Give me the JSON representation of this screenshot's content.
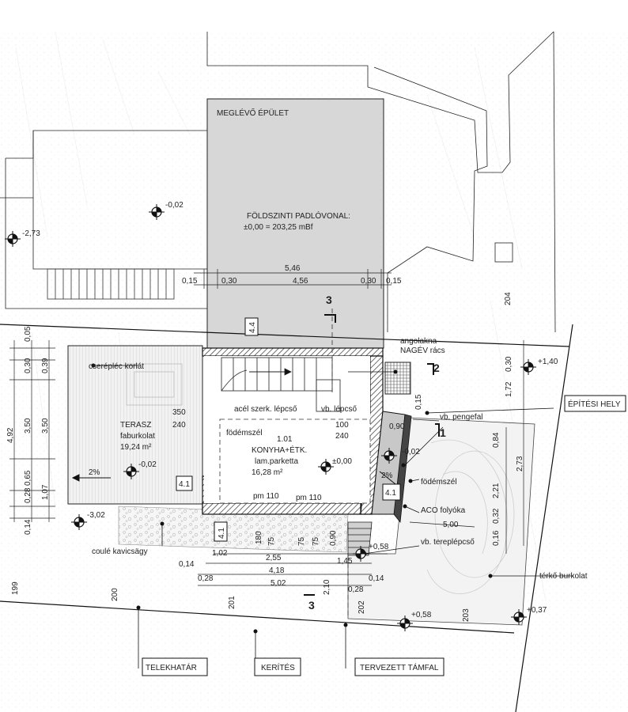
{
  "labels": {
    "existing_building": "MEGLÉVŐ ÉPÜLET",
    "ground_floor_line": "FÖLDSZINTI PADLÓVONAL:",
    "ground_floor_level": "±0,00 = 203,25 mBf",
    "terrace": "TERASZ",
    "terrace_finish": "faburkolat",
    "terrace_area": "19,24 m²",
    "kitchen_code": "1.01",
    "kitchen_name": "KONYHA+ÉTK.",
    "kitchen_finish": "lam.parketta",
    "kitchen_area": "16,28 m²",
    "ceramic_railing": "cserépléc korlát",
    "steel_stair": "acél szerk. lépcső",
    "rc_stair": "vb. lépcső",
    "slab_edge_left": "födémszél",
    "slab_edge_right": "födémszél",
    "light_well": "angolakna",
    "grate": "NAGÉV rács",
    "rc_parapet": "vb. pengefal",
    "aco_gutter": "ACO folyóka",
    "rc_terrain_stair": "vb. tereplépcső",
    "paving": "térkő burkolat",
    "gravel_bed": "coulé kavicsägy",
    "pm_1": "pm 110",
    "pm_2": "pm 110",
    "slope_left": "2%",
    "slope_right": "2%"
  },
  "callouts": {
    "building_plot": "ÉPÍTÉSI HELY",
    "plot_boundary": "TELEKHATÁR",
    "fence": "KERÍTÉS",
    "retaining_wall": "TERVEZETT TÁMFAL"
  },
  "levels": {
    "l_top": "-0,02",
    "l_left_top": "-2,73",
    "l_right_top": "+1,40",
    "l_vb": "-0,02",
    "l_terrace": "-0,02",
    "l_kitchen": "±0,00",
    "l_left_bottom": "-3,02",
    "l_stair": "+0,58",
    "l_bottom": "+0,58",
    "l_right_bottom": "+0,37"
  },
  "section_marks": {
    "s3_top": "3",
    "s3_bottom": "3",
    "s1": "1",
    "s2": "2"
  },
  "details": {
    "d44": "4.4",
    "d41_left": "4.1",
    "d41_right": "4.1",
    "d41_bottom": "4.1"
  },
  "contours": {
    "c199": "199",
    "c200": "200",
    "c201": "201",
    "c202": "202",
    "c203": "203",
    "c204": "204"
  },
  "dimensions": {
    "top_total": "5,46",
    "top_a": "0,15",
    "top_b": "0,30",
    "top_c": "4,56",
    "top_d": "0,30",
    "top_e": "0,15",
    "left_005": "0,05",
    "left_030": "0,30",
    "left_039": "0,39",
    "left_350": "3,50",
    "left_492": "4,92",
    "left_350b": "3,50",
    "left_065": "0,65",
    "left_028": "0,28",
    "left_107": "1,07",
    "left_014": "0,14",
    "door_350": "350",
    "door_240": "240",
    "door_100": "100",
    "door_240b": "240",
    "right_015": "0,15",
    "right_090": "0,90",
    "right_030": "0,30",
    "right_172": "1,72",
    "right_084": "0,84",
    "right_273": "2,73",
    "right_221": "2,21",
    "right_032": "0,32",
    "right_016": "0,16",
    "right_500": "5,00",
    "bot_102": "1,02",
    "bot_014": "0,14",
    "bot_255": "2,55",
    "bot_418": "4,18",
    "bot_028": "0,28",
    "bot_502": "5,02",
    "bot_145": "1,45",
    "bot_014b": "0,14",
    "bot_210": "2,10",
    "bot_028b": "0,28",
    "v180": "180",
    "v75a": "75",
    "v75b": "75",
    "v75c": "75",
    "v090": "0,90"
  }
}
